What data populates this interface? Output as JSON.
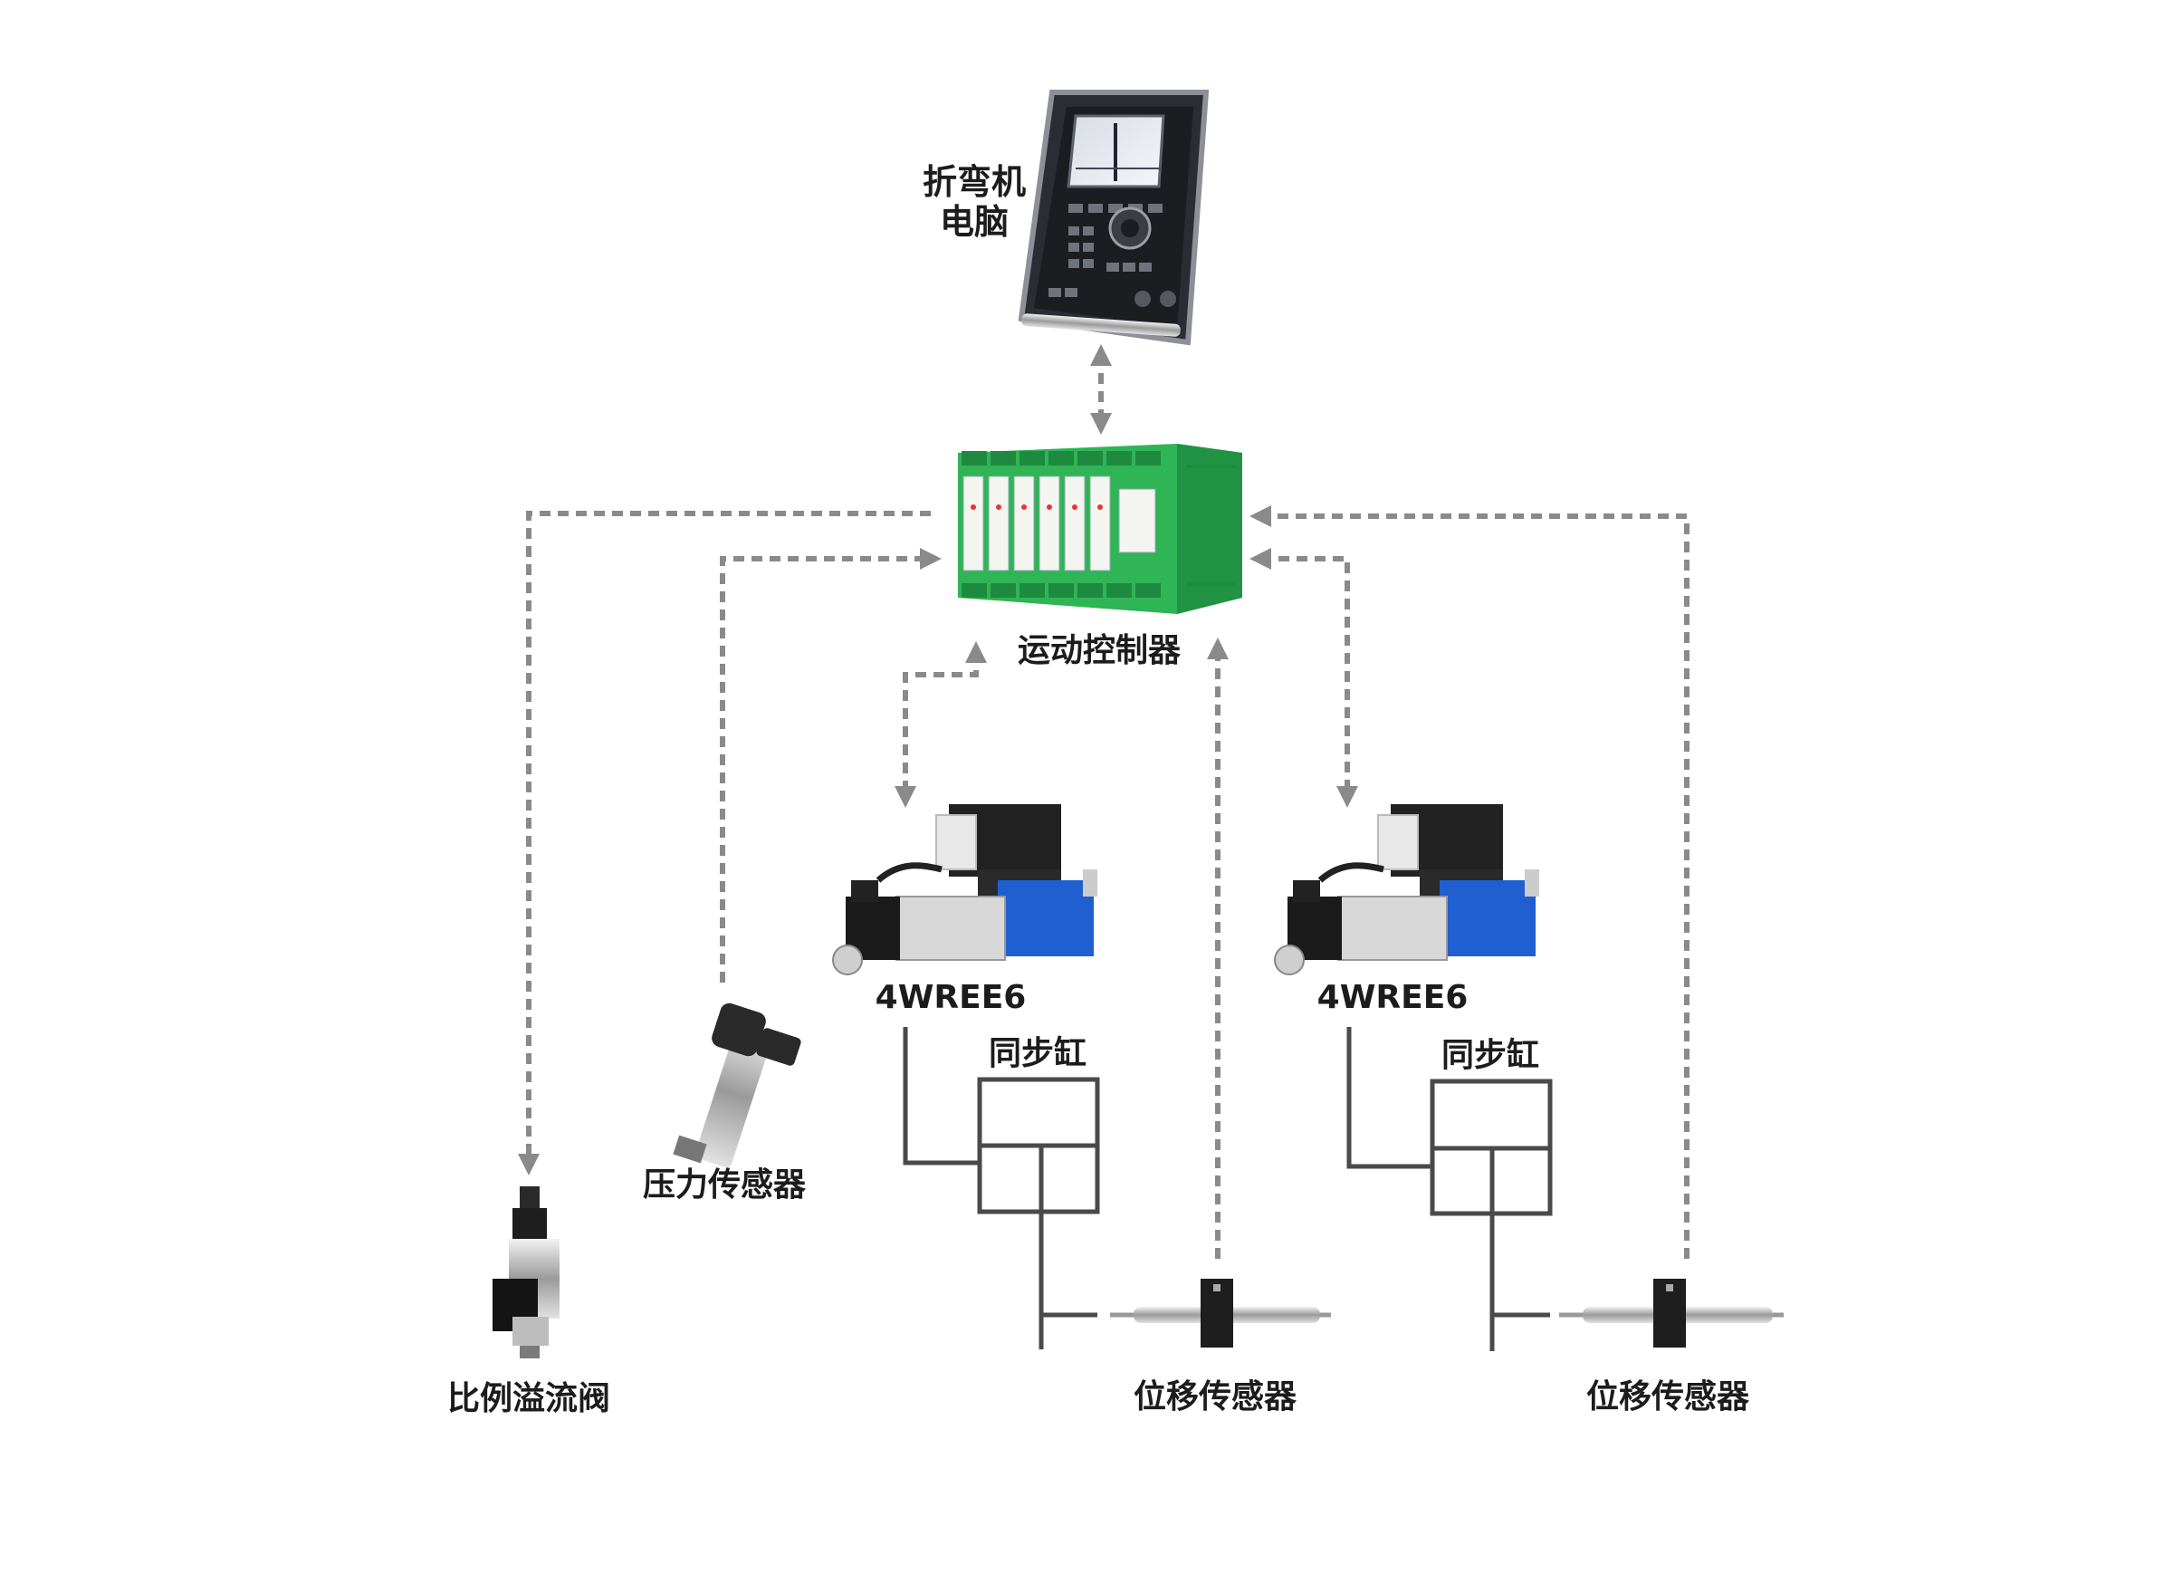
{
  "labels": {
    "computer": [
      "折弯机",
      "电脑"
    ],
    "controller": "运动控制器",
    "valve_left": "4WREE6",
    "valve_right": "4WREE6",
    "cylinder_left": "同步缸",
    "cylinder_right": "同步缸",
    "pressure_sensor": "压力传感器",
    "relief_valve": "比例溢流阀",
    "disp_sensor_left": "位移传感器",
    "disp_sensor_right": "位移传感器"
  },
  "colors": {
    "controller_green": "#2fb456",
    "valve_blue": "#1f5fd0",
    "connector": "#8a8a8a",
    "panel_dark": "#2a2d33"
  },
  "icons": [
    "bending-machine-computer",
    "motion-controller",
    "servo-valve",
    "pressure-sensor",
    "proportional-relief-valve",
    "displacement-sensor",
    "hydraulic-cylinder"
  ]
}
